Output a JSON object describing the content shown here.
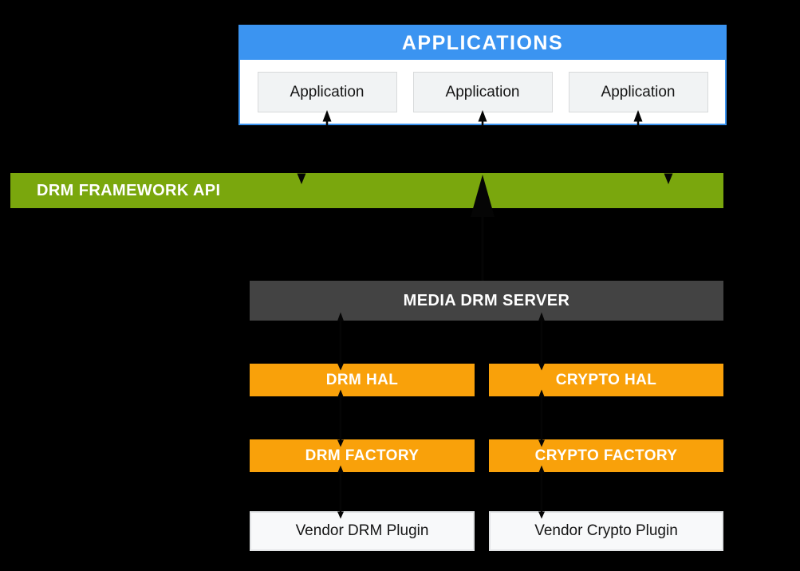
{
  "colors": {
    "bg": "#000000",
    "blue": "#3B94F1",
    "green": "#7AA70D",
    "orange": "#F9A10A",
    "gray": "#434343",
    "arrow": "#050505"
  },
  "applications": {
    "header": "APPLICATIONS",
    "boxes": [
      "Application",
      "Application",
      "Application"
    ]
  },
  "framework_api": {
    "label": "DRM FRAMEWORK API"
  },
  "media_drm_server": {
    "label": "MEDIA DRM SERVER"
  },
  "hal": {
    "drm": "DRM HAL",
    "crypto": "CRYPTO HAL"
  },
  "factory": {
    "drm": "DRM FACTORY",
    "crypto": "CRYPTO FACTORY"
  },
  "vendor": {
    "drm": "Vendor DRM Plugin",
    "crypto": "Vendor Crypto Plugin"
  }
}
